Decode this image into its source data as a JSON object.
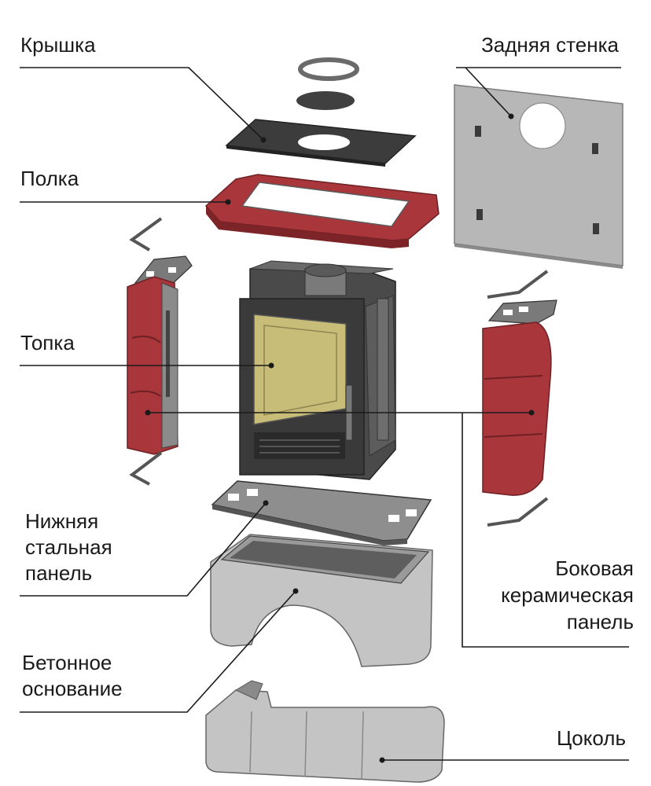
{
  "labels": {
    "lid": "Крышка",
    "back_wall": "Задняя стенка",
    "shelf": "Полка",
    "firebox": "Топка",
    "bottom_panel": [
      "Нижняя",
      "стальная",
      "панель"
    ],
    "side_panel": [
      "Боковая",
      "керамическая",
      "панель"
    ],
    "concrete_base": [
      "Бетонное",
      "основание"
    ],
    "plinth": "Цоколь"
  },
  "colors": {
    "ceramic": "#a8363b",
    "ceramic_dark": "#7d2428",
    "steel": "#3f3f3f",
    "steel_light": "#8a8a8a",
    "sheet": "#b5b5b5",
    "concrete": "#c4c4c4",
    "glass": "#c8bd78",
    "line": "#1a1a1a"
  }
}
